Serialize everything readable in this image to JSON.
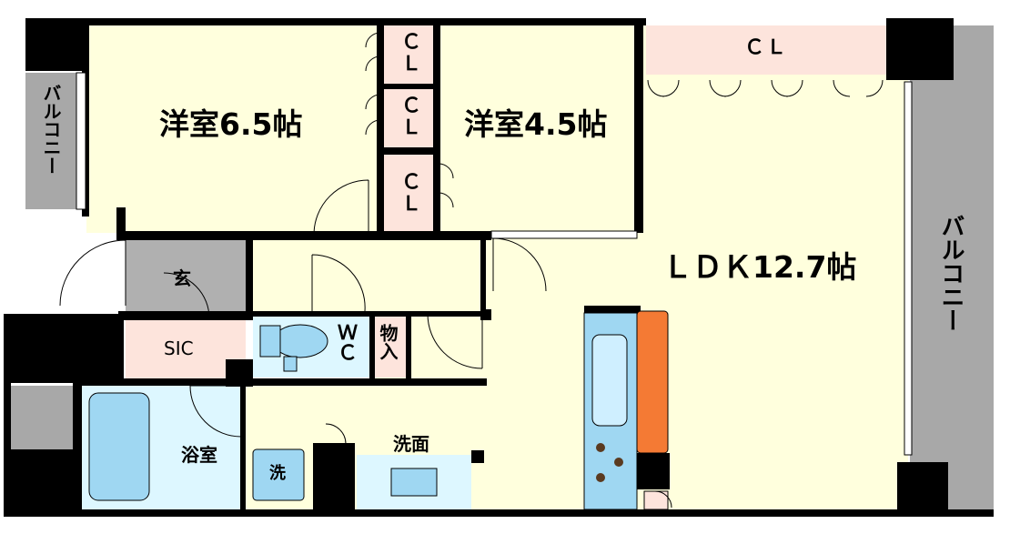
{
  "rooms": {
    "western1": "洋室6.5帖",
    "western2": "洋室4.5帖",
    "ldk": "ＬＤＫ12.7帖",
    "entrance": "玄",
    "sic": "SIC",
    "wc": "ＷＣ",
    "storage_wc": "物入",
    "bathroom": "浴室",
    "washroom": "洗面",
    "washer": "洗",
    "storage_small": "物"
  },
  "closets": {
    "cl1": "ＣＬ",
    "cl2": "ＣＬ",
    "cl3": "ＣＬ",
    "cl_ldk": "ＣＬ"
  },
  "balconies": {
    "left": "バルコニー",
    "right": "バルコニー"
  },
  "colors": {
    "room_fill": "#ffffdd",
    "closet_fill": "#fde4dc",
    "balcony_fill": "#a8a8a8",
    "wet_fill": "#ddf7ff",
    "fixture_fill": "#9fd7f2",
    "counter_fill": "#f47a34",
    "wall": "#000000"
  }
}
